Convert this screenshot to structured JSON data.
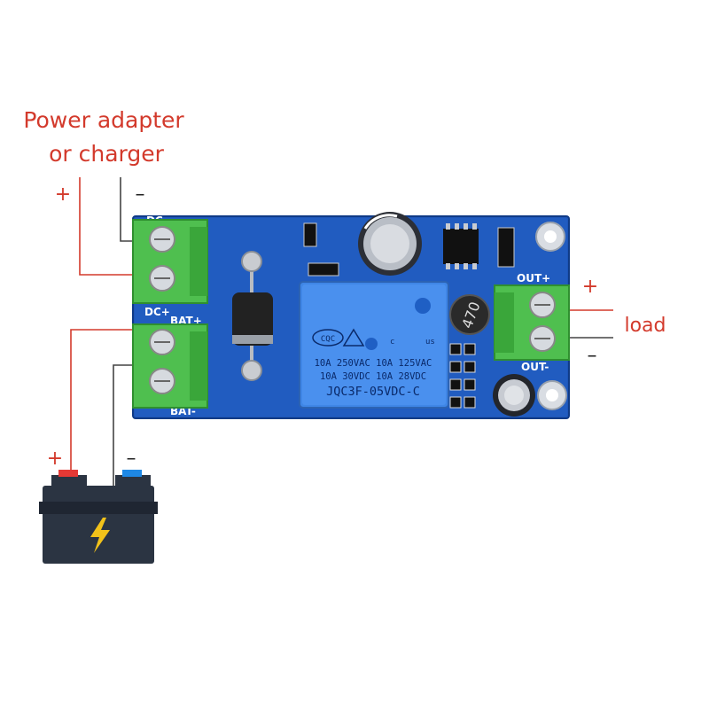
{
  "labels": {
    "power_line1": "Power adapter",
    "power_line2": "or charger",
    "power_plus": "+",
    "power_minus": "–",
    "load": "load",
    "load_plus": "+",
    "load_minus": "–",
    "battery_plus": "+",
    "battery_minus": "–"
  },
  "board": {
    "dc_plus": "DC+",
    "dc_minus": "DC-",
    "bat_plus": "BAT+",
    "bat_minus": "BAT-",
    "out_plus": "OUT+",
    "out_minus": "OUT-",
    "inductor": "470"
  },
  "relay": {
    "line1": "10A 250VAC  10A 125VAC",
    "line2": "10A  30VDC  10A  28VDC",
    "model": "JQC3F-05VDC-C",
    "cert": "CQC",
    "us": "us",
    "c": "c"
  },
  "colors": {
    "label_red": "#d33a2c",
    "pcb_blue": "#1e56b8",
    "terminal_green": "#4fbf4f",
    "relay_blue": "#3f86e6",
    "battery_body": "#2b3442",
    "bolt_yellow": "#f2c21a"
  }
}
